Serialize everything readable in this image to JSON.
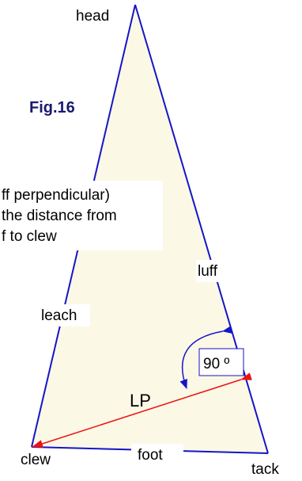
{
  "figure": {
    "title": "Fig.16"
  },
  "sail": {
    "corners": {
      "head": "head",
      "tack": "tack",
      "clew": "clew"
    },
    "edges": {
      "luff": "luff",
      "leach": "leach",
      "foot": "foot"
    }
  },
  "annotation": {
    "lines": [
      "ff perpendicular)",
      "the distance from",
      "f to clew"
    ]
  },
  "measurements": {
    "lp_label": "LP",
    "angle_label": "90 º"
  },
  "colors": {
    "sail_fill": "#fbf8e6",
    "edge": "#1515c8",
    "lp_arrow": "#ee1111",
    "angle_arrow": "#1515c8",
    "title": "#1a1a6e"
  }
}
